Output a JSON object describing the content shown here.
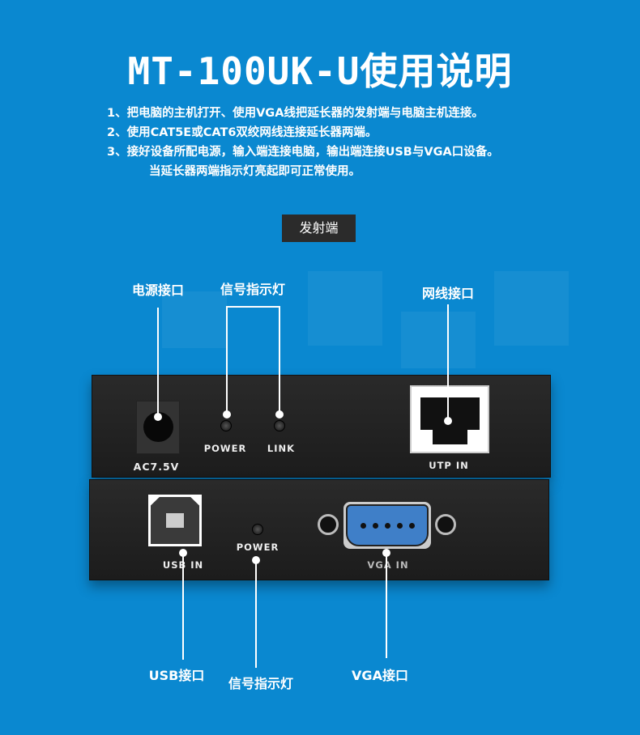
{
  "title": "MT-100UK-U使用说明",
  "steps": [
    "1、把电脑的主机打开、使用VGA线把延长器的发射端与电脑主机连接。",
    "2、使用CAT5E或CAT6双绞网线连接延长器两端。",
    "3、接好设备所配电源，输入端连接电脑，输出端连接USB与VGA口设备。",
    "当延长器两端指示灯亮起即可正常使用。"
  ],
  "section_tag": "发射端",
  "callouts": {
    "power_port": "电源接口",
    "indicator_top": "信号指示灯",
    "network_port": "网线接口",
    "usb_port": "USB接口",
    "indicator_bottom": "信号指示灯",
    "vga_port": "VGA接口"
  },
  "panel_top": {
    "ac": "AC7.5V",
    "power": "POWER",
    "link": "LINK",
    "utp": "UTP IN"
  },
  "panel_bottom": {
    "usb": "USB IN",
    "power": "POWER",
    "vga": "VGA IN"
  }
}
